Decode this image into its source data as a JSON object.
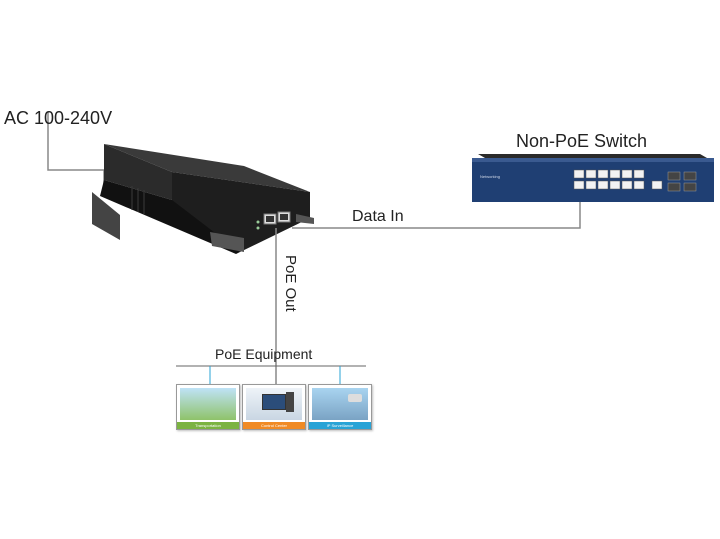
{
  "labels": {
    "ac_input": "AC 100-240V",
    "switch": "Non-PoE Switch",
    "data_in": "Data In",
    "poe_out": "PoE Out",
    "poe_equipment": "PoE Equipment"
  },
  "equipment_cards": [
    {
      "caption": "Transportation",
      "color": "#7cb342"
    },
    {
      "caption": "Control Center",
      "color": "#f08a24"
    },
    {
      "caption": "IP Surveillance",
      "color": "#29a3d6"
    }
  ],
  "colors": {
    "injector_body": "#1e1e1e",
    "switch_body": "#1f3f73",
    "connector_line": "#888888"
  }
}
